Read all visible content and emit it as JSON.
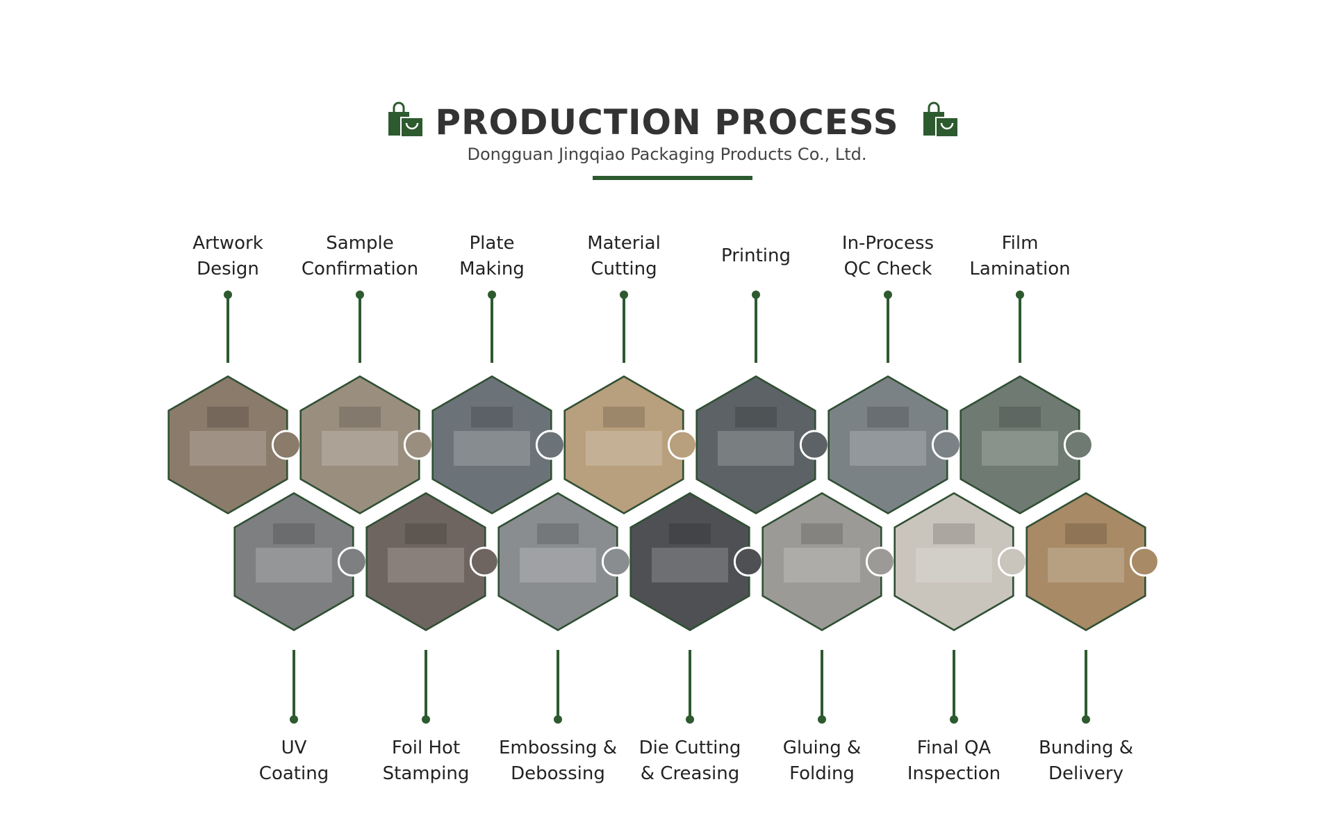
{
  "header": {
    "title": "PRODUCTION PROCESS",
    "subtitle": "Dongguan Jingqiao Packaging Products Co., Ltd.",
    "icon": "shopping-bag-icon"
  },
  "colors": {
    "accent": "#2d5a2f",
    "text": "#222222",
    "title": "#333333"
  },
  "top_steps": [
    {
      "line1": "Artwork",
      "line2": "Design",
      "photo": "laptop-design-photo"
    },
    {
      "line1": "Sample",
      "line2": "Confirmation",
      "photo": "color-swatches-photo"
    },
    {
      "line1": "Plate",
      "line2": "Making",
      "photo": "plate-making-photo"
    },
    {
      "line1": "Material",
      "line2": "Cutting",
      "photo": "cardboard-cutting-photo"
    },
    {
      "line1": "Printing",
      "line2": "",
      "photo": "printing-press-photo"
    },
    {
      "line1": "In-Process",
      "line2": "QC Check",
      "photo": "qc-check-photo"
    },
    {
      "line1": "Film",
      "line2": "Lamination",
      "photo": "lamination-machine-photo"
    }
  ],
  "bottom_steps": [
    {
      "line1": "UV",
      "line2": "Coating",
      "photo": "uv-coating-photo"
    },
    {
      "line1": "Foil Hot",
      "line2": "Stamping",
      "photo": "foil-stamping-photo"
    },
    {
      "line1": "Embossing &",
      "line2": "Debossing",
      "photo": "embossing-machine-photo"
    },
    {
      "line1": "Die Cutting",
      "line2": "& Creasing",
      "photo": "die-cutting-photo"
    },
    {
      "line1": "Gluing &",
      "line2": "Folding",
      "photo": "gluing-line-photo"
    },
    {
      "line1": "Final QA",
      "line2": "Inspection",
      "photo": "boxes-inspection-photo"
    },
    {
      "line1": "Bunding &",
      "line2": "Delivery",
      "photo": "packed-cartons-photo"
    }
  ]
}
